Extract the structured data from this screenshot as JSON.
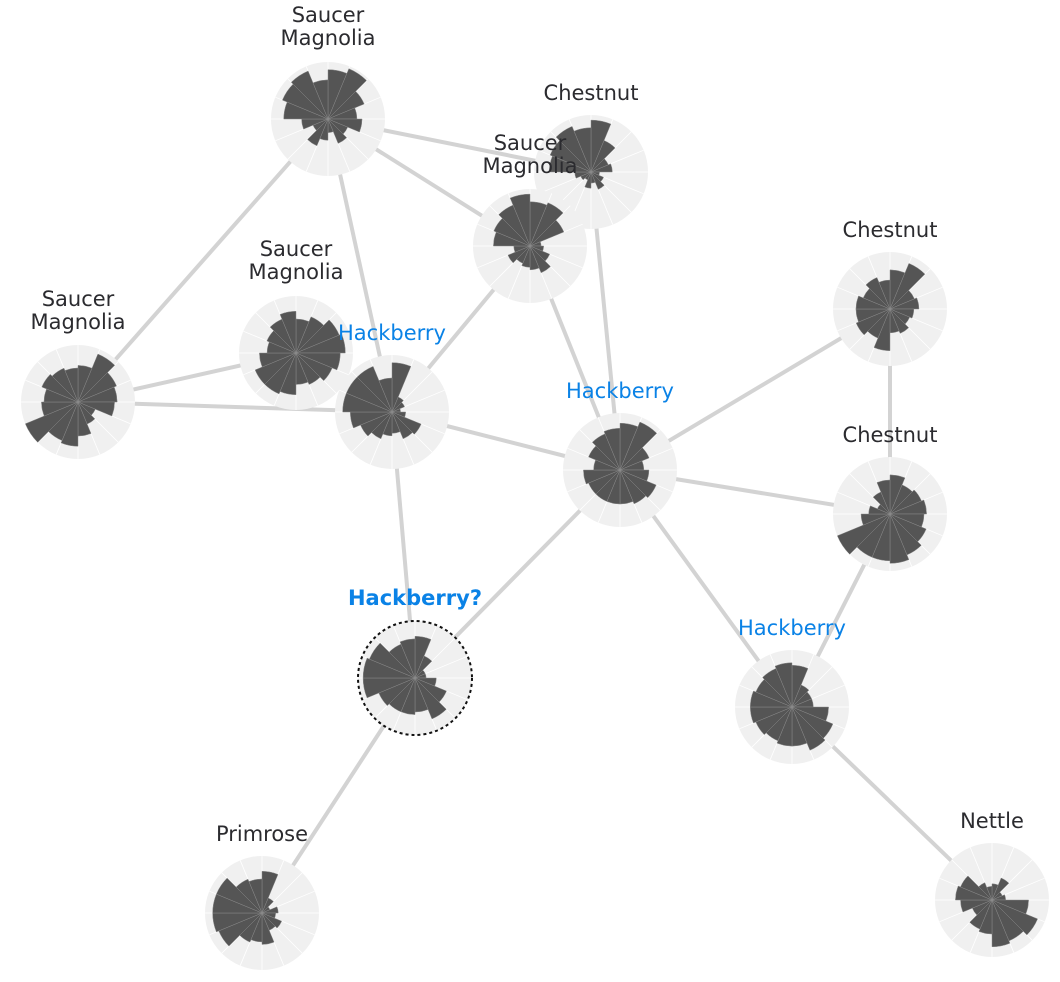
{
  "colors": {
    "edge": "#d3d3d3",
    "disc": "#f0f0f0",
    "wedge": "#555555",
    "highlight": "#0a82e6",
    "text": "#2b2b2f"
  },
  "nodes": [
    {
      "id": "n0",
      "label": [
        "Saucer",
        "Magnolia"
      ],
      "highlight": false,
      "query": false,
      "sectors": [
        0.85,
        0.95,
        0.65,
        0.45,
        0.55,
        0.3,
        0.4,
        0.15,
        0.3,
        0.45,
        0.2,
        0.4,
        0.75,
        0.85,
        0.9,
        0.65
      ]
    },
    {
      "id": "n1",
      "label": [
        "Chestnut"
      ],
      "highlight": false,
      "query": false,
      "sectors": [
        0.9,
        0.55,
        0.25,
        0.3,
        0.05,
        0.15,
        0.25,
        0.1,
        0.2,
        0.05,
        0.1,
        0.2,
        0.7,
        0.75,
        0.85,
        0.75
      ]
    },
    {
      "id": "n2",
      "label": [
        "Saucer",
        "Magnolia"
      ],
      "highlight": false,
      "query": false,
      "sectors": [
        0.75,
        0.8,
        0.6,
        0.1,
        0.15,
        0.3,
        0.45,
        0.35,
        0.3,
        0.25,
        0.35,
        0.2,
        0.6,
        0.65,
        0.75,
        0.9
      ]
    },
    {
      "id": "n3",
      "label": [
        "Chestnut"
      ],
      "highlight": false,
      "query": false,
      "sectors": [
        0.65,
        0.85,
        0.4,
        0.45,
        0.35,
        0.3,
        0.4,
        0.35,
        0.7,
        0.5,
        0.6,
        0.55,
        0.55,
        0.45,
        0.55,
        0.45
      ]
    },
    {
      "id": "n4",
      "label": [
        "Saucer",
        "Magnolia"
      ],
      "highlight": false,
      "query": false,
      "sectors": [
        0.55,
        0.65,
        0.8,
        0.85,
        0.75,
        0.65,
        0.55,
        0.5,
        0.7,
        0.75,
        0.75,
        0.6,
        0.45,
        0.5,
        0.6,
        0.7
      ]
    },
    {
      "id": "n5",
      "label": [
        "Saucer",
        "Magnolia"
      ],
      "highlight": false,
      "query": false,
      "sectors": [
        0.6,
        0.9,
        0.7,
        0.65,
        0.6,
        0.25,
        0.35,
        0.55,
        0.75,
        0.7,
        1.0,
        0.6,
        0.55,
        0.65,
        0.6,
        0.55
      ]
    },
    {
      "id": "n6",
      "label": [
        "Hackberry"
      ],
      "highlight": true,
      "query": false,
      "sectors": [
        0.85,
        0.2,
        0.15,
        0.05,
        0.15,
        0.5,
        0.45,
        0.3,
        0.35,
        0.45,
        0.55,
        0.7,
        0.85,
        0.85,
        0.85,
        0.55
      ]
    },
    {
      "id": "n7",
      "label": [
        "Hackberry"
      ],
      "highlight": true,
      "query": false,
      "sectors": [
        0.8,
        0.9,
        0.5,
        0.35,
        0.45,
        0.65,
        0.6,
        0.55,
        0.55,
        0.55,
        0.55,
        0.6,
        0.4,
        0.55,
        0.65,
        0.7
      ]
    },
    {
      "id": "n8",
      "label": [
        "Chestnut"
      ],
      "highlight": false,
      "query": false,
      "sectors": [
        0.65,
        0.5,
        0.55,
        0.6,
        0.55,
        0.65,
        0.75,
        0.85,
        0.8,
        0.8,
        1.0,
        0.45,
        0.3,
        0.15,
        0.35,
        0.55
      ]
    },
    {
      "id": "n9",
      "label": [
        "Hackberry?"
      ],
      "highlight": true,
      "query": true,
      "sectors": [
        0.7,
        0.35,
        0.1,
        0.1,
        0.3,
        0.55,
        0.75,
        0.55,
        0.6,
        0.6,
        0.65,
        0.9,
        0.9,
        0.85,
        0.6,
        0.65
      ]
    },
    {
      "id": "n10",
      "label": [
        "Hackberry"
      ],
      "highlight": true,
      "query": false,
      "sectors": [
        0.7,
        0.35,
        0.3,
        0.3,
        0.6,
        0.75,
        0.8,
        0.65,
        0.65,
        0.6,
        0.65,
        0.7,
        0.7,
        0.65,
        0.7,
        0.75
      ]
    },
    {
      "id": "n11",
      "label": [
        "Primrose"
      ],
      "highlight": false,
      "query": false,
      "sectors": [
        0.7,
        0.2,
        0.05,
        0.2,
        0.15,
        0.3,
        0.25,
        0.5,
        0.45,
        0.5,
        0.8,
        0.85,
        0.85,
        0.85,
        0.6,
        0.55
      ]
    },
    {
      "id": "n12",
      "label": [
        "Nettle"
      ],
      "highlight": false,
      "query": false,
      "sectors": [
        0.2,
        0.35,
        0.1,
        0.15,
        0.6,
        0.85,
        0.75,
        0.8,
        0.55,
        0.5,
        0.3,
        0.5,
        0.6,
        0.55,
        0.25,
        0.15
      ]
    }
  ],
  "edges": [
    [
      "n0",
      "n1"
    ],
    [
      "n0",
      "n2"
    ],
    [
      "n0",
      "n5"
    ],
    [
      "n0",
      "n6"
    ],
    [
      "n1",
      "n7"
    ],
    [
      "n2",
      "n6"
    ],
    [
      "n2",
      "n7"
    ],
    [
      "n4",
      "n5"
    ],
    [
      "n4",
      "n6"
    ],
    [
      "n5",
      "n6"
    ],
    [
      "n6",
      "n7"
    ],
    [
      "n6",
      "n9"
    ],
    [
      "n3",
      "n7"
    ],
    [
      "n3",
      "n8"
    ],
    [
      "n7",
      "n8"
    ],
    [
      "n7",
      "n9"
    ],
    [
      "n7",
      "n10"
    ],
    [
      "n8",
      "n10"
    ],
    [
      "n9",
      "n11"
    ],
    [
      "n10",
      "n12"
    ]
  ]
}
